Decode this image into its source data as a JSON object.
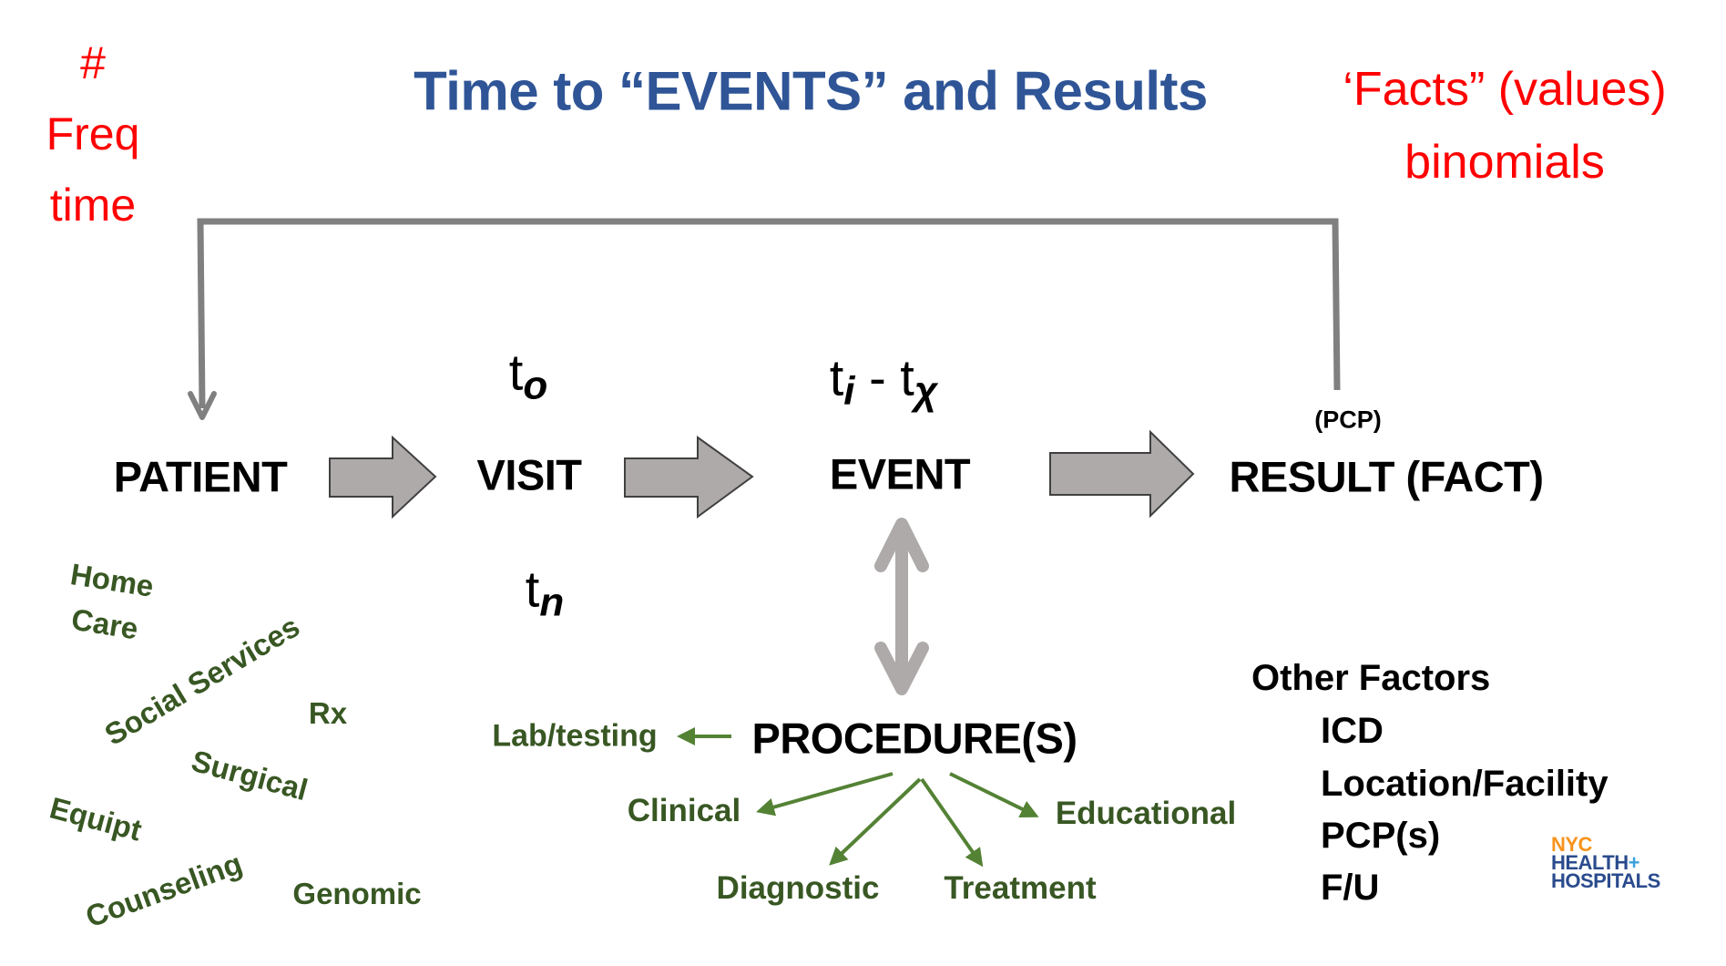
{
  "title": "Time to “EVENTS” and Results",
  "left_note": {
    "line1": "#",
    "line2": "Freq",
    "line3": "time"
  },
  "right_note": {
    "line1": "‘Facts” (values)",
    "line2": "binomials"
  },
  "flow": {
    "patient": "PATIENT",
    "visit": "VISIT",
    "event": "EVENT",
    "result": "RESULT (FACT)",
    "result_note": "(PCP)"
  },
  "time_labels": {
    "t_o": {
      "base": "t",
      "sub": "o"
    },
    "t_n": {
      "base": "t",
      "sub": "n"
    },
    "t_range": {
      "base1": "t",
      "sub1": "i",
      "dash": " - ",
      "base2": "t",
      "sub2": "χ"
    }
  },
  "procedure": {
    "label": "PROCEDURE(S)",
    "lab": "Lab/testing",
    "branches": [
      "Clinical",
      "Diagnostic",
      "Treatment",
      "Educational"
    ]
  },
  "services": [
    "Home",
    "Care",
    "Social Services",
    "Rx",
    "Surgical",
    "Equipt",
    "Counseling",
    "Genomic"
  ],
  "other_factors": {
    "heading": "Other Factors",
    "items": [
      "ICD",
      "Location/Facility",
      "PCP(s)",
      "F/U"
    ]
  },
  "logo": {
    "line1": "NYC",
    "line2": "HEALTH",
    "plus": "+",
    "line3": "HOSPITALS"
  },
  "colors": {
    "title": "#2F5597",
    "note": "#FF0000",
    "green": "#385723",
    "arrow_fill": "#AEAAAA",
    "bracket": "#808080",
    "logo_orange": "#F7941D",
    "logo_blue": "#2A4B8D",
    "logo_plus": "#3AA0DC"
  }
}
